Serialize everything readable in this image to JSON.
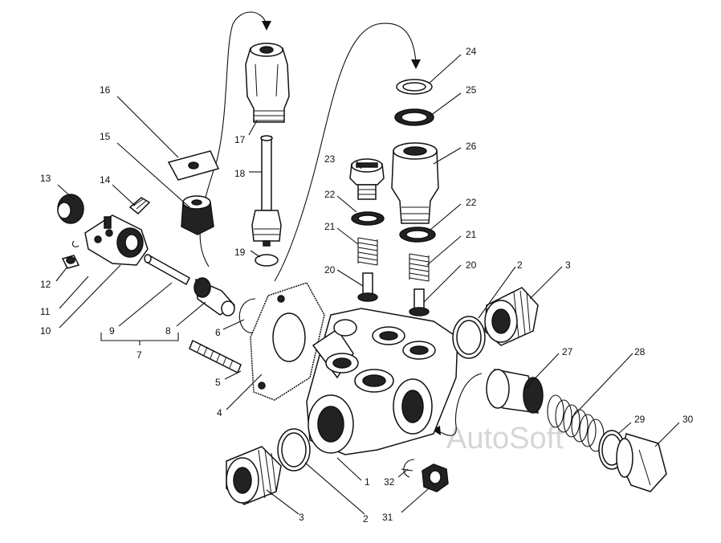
{
  "watermark": "AutoSoft",
  "labels": {
    "l1": "1",
    "l2a": "2",
    "l2b": "2",
    "l3a": "3",
    "l3b": "3",
    "l4": "4",
    "l5": "5",
    "l6": "6",
    "l7": "7",
    "l8": "8",
    "l9": "9",
    "l10": "10",
    "l11": "11",
    "l12": "12",
    "l13": "13",
    "l14": "14",
    "l15": "15",
    "l16": "16",
    "l17": "17",
    "l18": "18",
    "l19": "19",
    "l20a": "20",
    "l20b": "20",
    "l21a": "21",
    "l21b": "21",
    "l22a": "22",
    "l22b": "22",
    "l23": "23",
    "l24": "24",
    "l25": "25",
    "l26": "26",
    "l27": "27",
    "l28": "28",
    "l29": "29",
    "l30": "30",
    "l31": "31",
    "l32": "32"
  }
}
